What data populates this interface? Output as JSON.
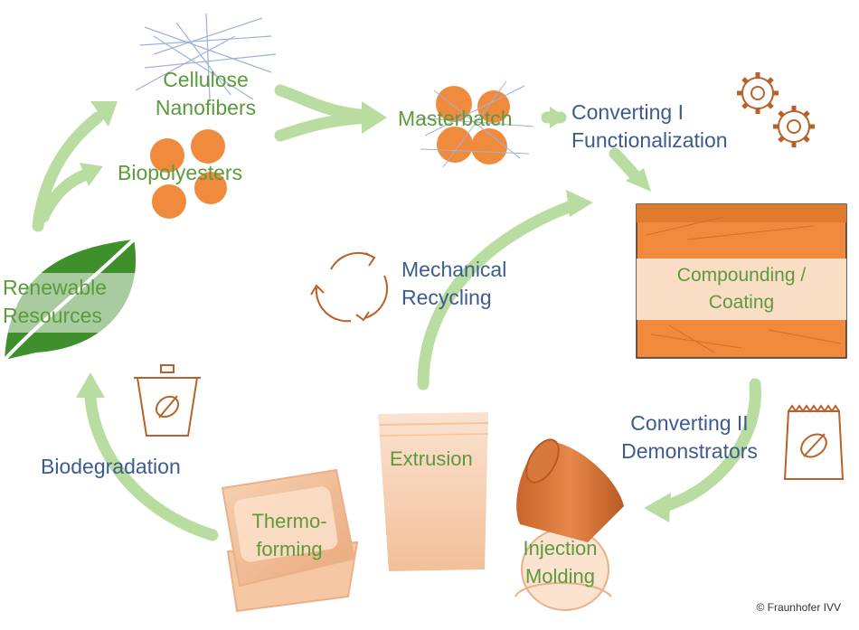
{
  "labels": {
    "cellulose": [
      "Cellulose",
      "Nanofibers"
    ],
    "biopolyesters": "Biopolyesters",
    "masterbatch": "Masterbatch",
    "converting1": [
      "Converting I",
      "Functionalization"
    ],
    "compounding": [
      "Compounding /",
      "Coating"
    ],
    "converting2": [
      "Converting II",
      "Demonstrators"
    ],
    "mechanical": [
      "Mechanical",
      "Recycling"
    ],
    "renewable": [
      "Renewable",
      "Resources"
    ],
    "biodegradation": "Biodegradation",
    "extrusion": "Extrusion",
    "thermoforming": [
      "Thermo-",
      "forming"
    ],
    "injection": [
      "Injection",
      "Molding"
    ]
  },
  "copyright": "© Fraunhofer IVV",
  "colors": {
    "arrow_green": "#b9dca0",
    "label_green": "#5c9a3c",
    "label_blue": "#3e5b8f",
    "orange": "#f08a3c",
    "leaf_green": "#3f8f2c",
    "icon_brown": "#b8622a",
    "packaging_peach": "#f5c9a6"
  },
  "icons": [
    "gears-icon",
    "recycle-icon",
    "compost-bin-icon",
    "compost-bag-icon",
    "leaf-icon"
  ]
}
